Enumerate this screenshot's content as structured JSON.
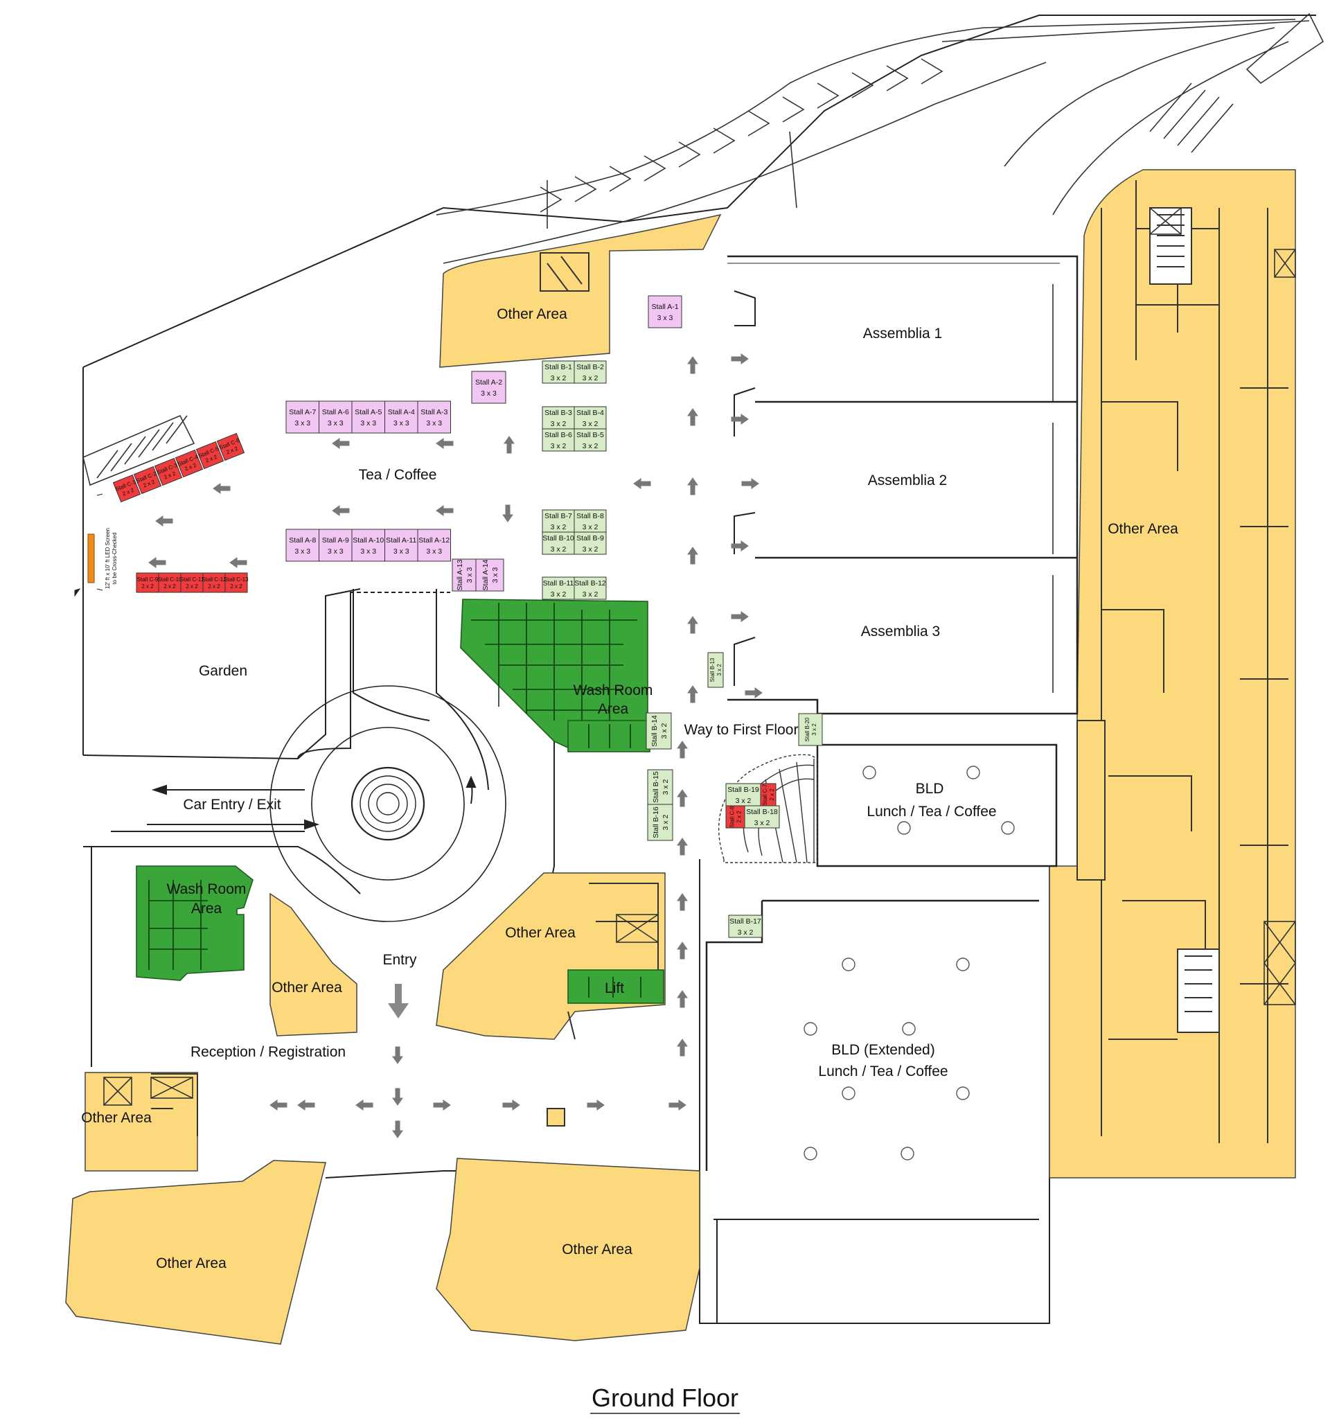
{
  "title": "Ground Floor",
  "colors": {
    "other_area": "#fcd97d",
    "wash_room": "#3aa63a",
    "stall_a": "#f2c6f2",
    "stall_b": "#d6ecc6",
    "stall_c": "#ee3b3b",
    "outline": "#222222",
    "arrow": "#777777"
  },
  "labels": {
    "other_area": "Other Area",
    "assembly_1": "Assemblia 1",
    "assembly_2": "Assemblia 2",
    "assembly_3": "Assemblia 3",
    "tea_coffee": "Tea / Coffee",
    "garden": "Garden",
    "wash_room": "Wash Room",
    "area": "Area",
    "way_first_floor": "Way to First Floor",
    "bld": "BLD",
    "bld_lunch": "Lunch / Tea / Coffee",
    "bld_extended": "BLD (Extended)",
    "car_entry": "Car Entry / Exit",
    "entry": "Entry",
    "lift": "Lift",
    "reception": "Reception / Registration",
    "led_screen_1": "12' ft x 10' ft LED Screen",
    "led_screen_2": "to be Cross-Checked"
  },
  "stalls": {
    "a1": [
      "Stall A-1",
      "3 x 3"
    ],
    "a2": [
      "Stall A-2",
      "3 x 3"
    ],
    "a_row1": [
      [
        "Stall A-7",
        "3 x 3"
      ],
      [
        "Stall A-6",
        "3 x 3"
      ],
      [
        "Stall A-5",
        "3 x 3"
      ],
      [
        "Stall A-4",
        "3 x 3"
      ],
      [
        "Stall A-3",
        "3 x 3"
      ]
    ],
    "a_row2": [
      [
        "Stall A-8",
        "3 x 3"
      ],
      [
        "Stall A-9",
        "3 x 3"
      ],
      [
        "Stall A-10",
        "3 x 3"
      ],
      [
        "Stall A-11",
        "3 x 3"
      ],
      [
        "Stall A-12",
        "3 x 3"
      ]
    ],
    "a13": [
      "Stall A-13",
      "3 x 3"
    ],
    "a14": [
      "Stall A-14",
      "3 x 3"
    ],
    "b_grid": [
      [
        [
          "Stall B-1",
          "3 x 2"
        ],
        [
          "Stall B-2",
          "3 x 2"
        ]
      ],
      [
        [
          "Stall B-3",
          "3 x 2"
        ],
        [
          "Stall B-4",
          "3 x 2"
        ]
      ],
      [
        [
          "Stall B-6",
          "3 x 2"
        ],
        [
          "Stall B-5",
          "3 x 2"
        ]
      ],
      [
        [
          "Stall B-7",
          "3 x 2"
        ],
        [
          "Stall B-8",
          "3 x 2"
        ]
      ],
      [
        [
          "Stall B-10",
          "3 x 2"
        ],
        [
          "Stall B-9",
          "3 x 2"
        ]
      ],
      [
        [
          "Stall B-11",
          "3 x 2"
        ],
        [
          "Stall B-12",
          "3 x 2"
        ]
      ]
    ],
    "b13": [
      "Stall B-13",
      "3 x 2"
    ],
    "b14": [
      "Stall B-14",
      "3 x 2"
    ],
    "b15": [
      "Stall B-15",
      "3 x 2"
    ],
    "b16": [
      "Stall B-16",
      "3 x 2"
    ],
    "b17": [
      "Stall B-17",
      "3 x 2"
    ],
    "b18": [
      "Stall B-18",
      "3 x 2"
    ],
    "b19": [
      "Stall B-19",
      "3 x 2"
    ],
    "b20": [
      "Stall B-20",
      "3 x 2"
    ],
    "c_row1": [
      [
        "Stall C-1",
        "2 x 2"
      ],
      [
        "Stall C-2",
        "2 x 2"
      ],
      [
        "Stall C-3",
        "2 x 2"
      ],
      [
        "Stall C-4",
        "2 x 2"
      ],
      [
        "Stall C-5",
        "2 x 2"
      ],
      [
        "Stall C-6",
        "2 x 2"
      ]
    ],
    "c_row2": [
      [
        "Stall C-9",
        "2 x 2"
      ],
      [
        "Stall C-10",
        "2 x 2"
      ],
      [
        "Stall C-11",
        "2 x 2"
      ],
      [
        "Stall C-12",
        "2 x 2"
      ],
      [
        "Stall C-13",
        "2 x 2"
      ]
    ],
    "c7": [
      "Stall C-7",
      "2 x 2"
    ],
    "c8": [
      "Stall C-8",
      "2 x 2"
    ]
  }
}
